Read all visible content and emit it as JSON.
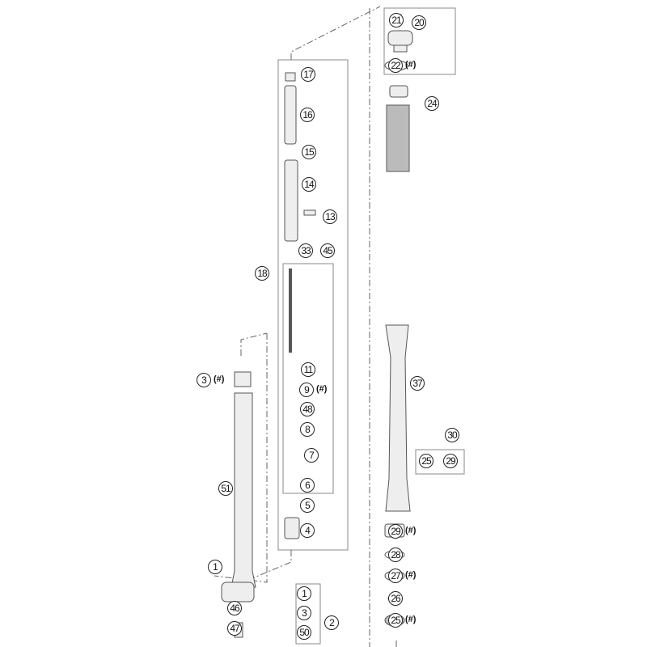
{
  "title": "Front fork exploded parts diagram",
  "note_mark": "(#)",
  "callouts": [
    {
      "num": "21"
    },
    {
      "num": "20"
    },
    {
      "num": "22",
      "note": true
    },
    {
      "num": "24"
    },
    {
      "num": "17"
    },
    {
      "num": "16"
    },
    {
      "num": "15"
    },
    {
      "num": "14"
    },
    {
      "num": "13"
    },
    {
      "num": "33"
    },
    {
      "num": "45"
    },
    {
      "num": "18"
    },
    {
      "num": "11"
    },
    {
      "num": "9",
      "note": true
    },
    {
      "num": "48"
    },
    {
      "num": "8"
    },
    {
      "num": "7"
    },
    {
      "num": "6"
    },
    {
      "num": "5"
    },
    {
      "num": "4"
    },
    {
      "num": "3",
      "note": true
    },
    {
      "num": "51"
    },
    {
      "num": "1"
    },
    {
      "num": "46"
    },
    {
      "num": "47"
    },
    {
      "num": "1"
    },
    {
      "num": "3"
    },
    {
      "num": "50"
    },
    {
      "num": "2"
    },
    {
      "num": "37"
    },
    {
      "num": "30"
    },
    {
      "num": "25"
    },
    {
      "num": "29"
    },
    {
      "num": "29",
      "note": true
    },
    {
      "num": "28"
    },
    {
      "num": "27",
      "note": true
    },
    {
      "num": "26"
    },
    {
      "num": "25",
      "note": true
    }
  ]
}
